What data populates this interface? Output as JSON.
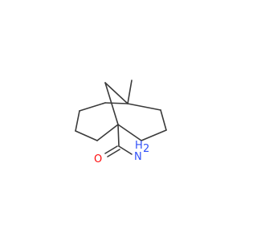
{
  "molecule": {
    "atoms": {
      "oxygen": {
        "symbol": "O",
        "color": "#ff0d0d"
      },
      "nitrogen": {
        "symbol": "N",
        "color": "#3050f8"
      },
      "hydrogen": {
        "symbol": "H",
        "subscript": "2",
        "color": "#3050f8"
      }
    },
    "bond_color": "#3a3a3a"
  }
}
